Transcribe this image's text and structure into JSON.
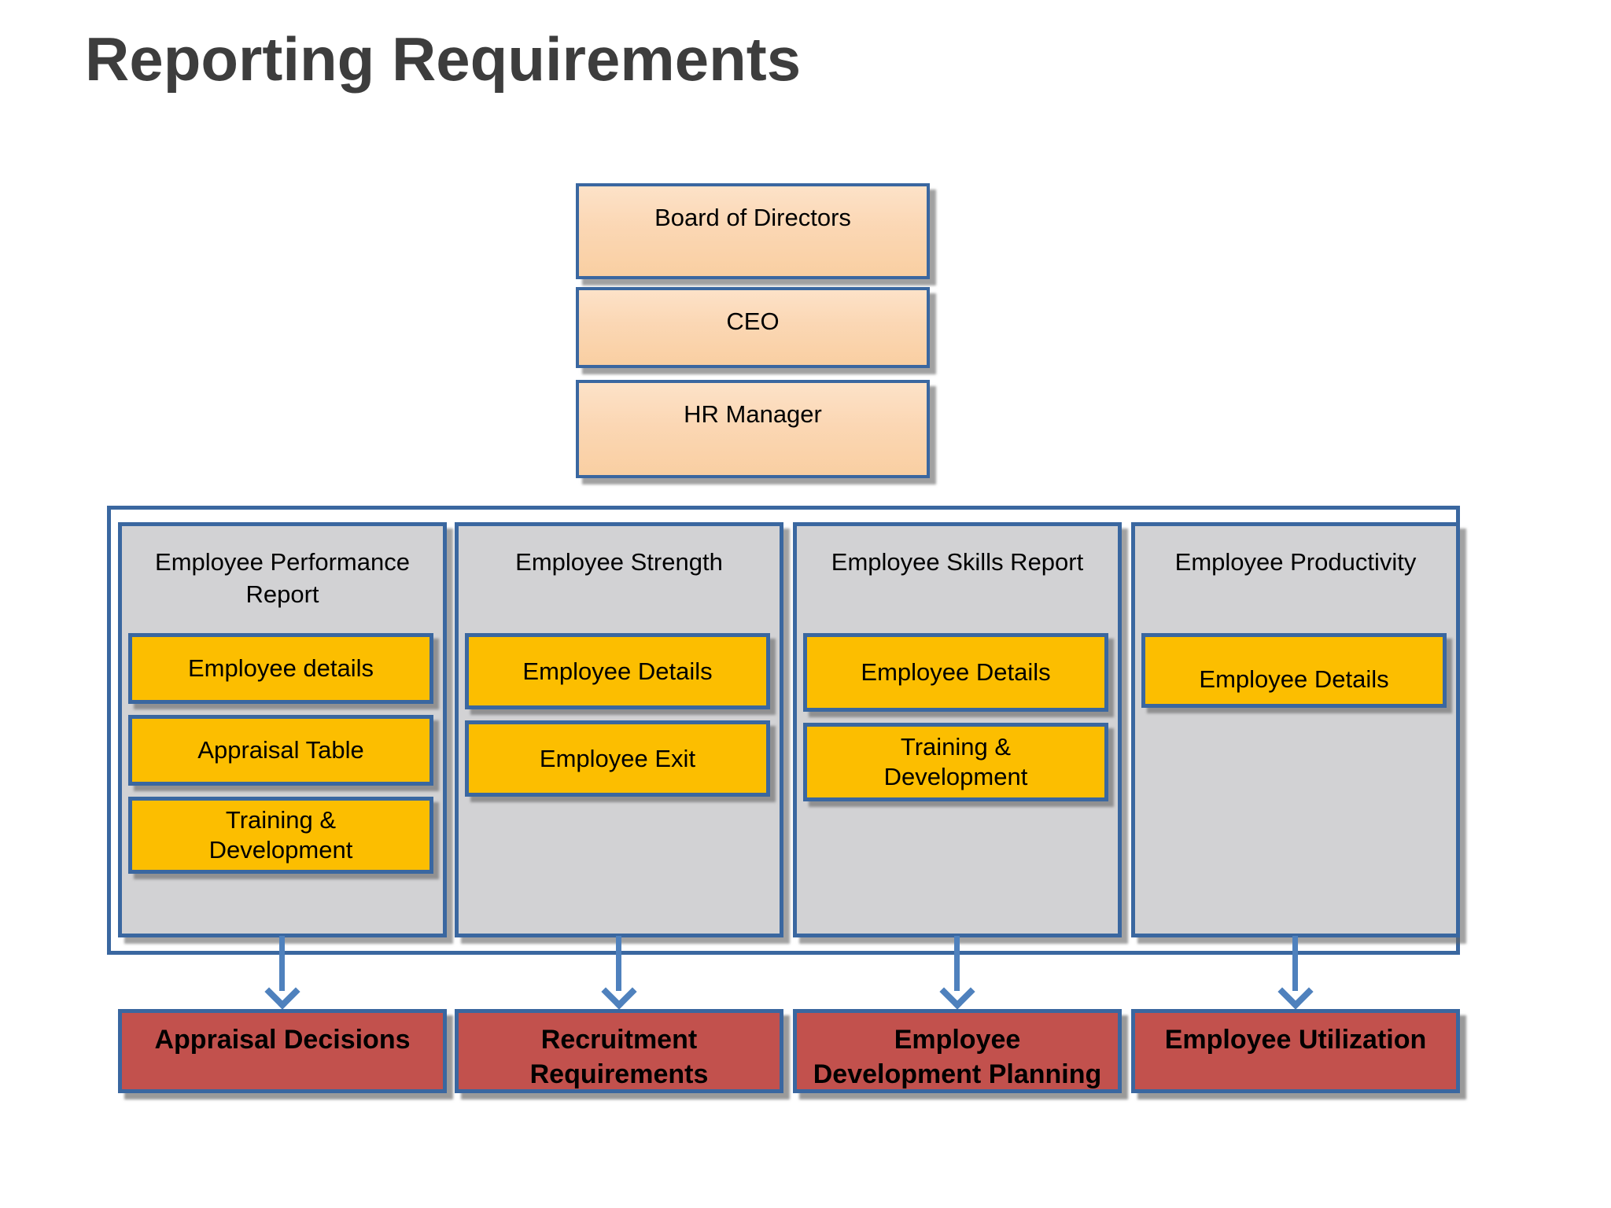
{
  "page": {
    "title": "Reporting Requirements"
  },
  "hierarchy": {
    "boxes": [
      {
        "label": "Board of Directors"
      },
      {
        "label": "CEO"
      },
      {
        "label": "HR Manager"
      }
    ]
  },
  "reports": {
    "columns": [
      {
        "title": "Employee Performance\nReport",
        "items": [
          {
            "label": "Employee details"
          },
          {
            "label": "Appraisal Table"
          },
          {
            "label": "Training &\nDevelopment"
          }
        ]
      },
      {
        "title": "Employee Strength",
        "items": [
          {
            "label": "Employee Details"
          },
          {
            "label": "Employee Exit"
          }
        ]
      },
      {
        "title": "Employee Skills Report",
        "items": [
          {
            "label": "Employee Details"
          },
          {
            "label": "Training &\nDevelopment"
          }
        ]
      },
      {
        "title": "Employee Productivity",
        "items": [
          {
            "label": "Employee Details"
          }
        ]
      }
    ]
  },
  "outputs": {
    "boxes": [
      {
        "label": "Appraisal Decisions"
      },
      {
        "label": "Recruitment\nRequirements"
      },
      {
        "label": "Employee\nDevelopment Planning"
      },
      {
        "label": "Employee Utilization"
      }
    ]
  },
  "colors": {
    "hierarchy_fill": "#fbd7b4",
    "column_fill": "#d2d2d4",
    "item_fill": "#fcbe00",
    "output_fill": "#c2514d",
    "border_blue": "#3a67a0",
    "arrow_blue": "#4f81bd",
    "title_text": "#3d3d3d"
  }
}
